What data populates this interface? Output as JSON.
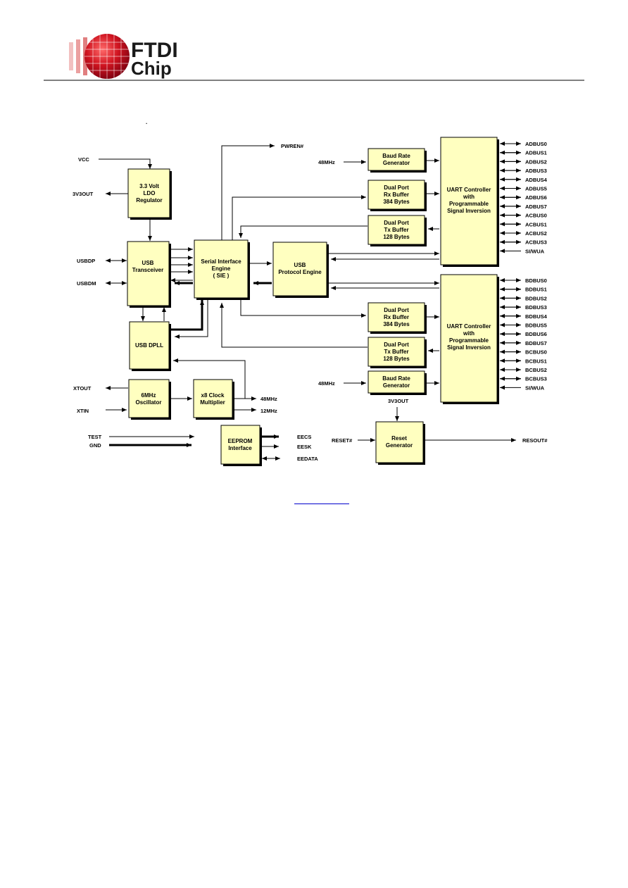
{
  "logo": {
    "line1": "FTDI",
    "line2": "Chip",
    "brand_color": "#c8102e"
  },
  "diagram": {
    "dot": ".",
    "blocks": {
      "ldo": [
        "3.3 Volt",
        "LDO",
        "Regulator"
      ],
      "usb_transceiver": [
        "USB",
        "Transceiver"
      ],
      "sie": [
        "Serial Interface",
        "Engine",
        "( SIE )"
      ],
      "usb_protocol": [
        "USB",
        "Protocol Engine"
      ],
      "usb_dpll": [
        "USB DPLL"
      ],
      "osc": [
        "6MHz",
        "Oscillator"
      ],
      "clock_mult": [
        "x8 Clock",
        "Multiplier"
      ],
      "eeprom": [
        "EEPROM",
        "Interface"
      ],
      "baud_a": [
        "Baud Rate",
        "Generator"
      ],
      "rx_a": [
        "Dual Port",
        "Rx Buffer",
        "384 Bytes"
      ],
      "tx_a": [
        "Dual Port",
        "Tx Buffer",
        "128 Bytes"
      ],
      "uart_a": [
        "UART Controller",
        "with",
        "Programmable",
        "Signal Inversion"
      ],
      "rx_b": [
        "Dual Port",
        "Rx Buffer",
        "384 Bytes"
      ],
      "tx_b": [
        "Dual Port",
        "Tx Buffer",
        "128 Bytes"
      ],
      "baud_b": [
        "Baud Rate",
        "Generator"
      ],
      "uart_b": [
        "UART Controller",
        "with",
        "Programmable",
        "Signal Inversion"
      ],
      "reset": [
        "Reset",
        "Generator"
      ]
    },
    "signals": {
      "vcc": "VCC",
      "v3out": "3V3OUT",
      "usbdp": "USBDP",
      "usbdm": "USBDM",
      "xtout": "XTOUT",
      "xtin": "XTIN",
      "test": "TEST",
      "gnd": "GND",
      "pwren": "PWREN#",
      "clk_48_a": "48MHz",
      "clk_48_b": "48MHz",
      "clk_48_out": "48MHz",
      "clk_12_out": "12MHz",
      "eecs": "EECS",
      "eesk": "EESK",
      "eedata": "EEDATA",
      "v3out_reset": "3V3OUT",
      "reset_in": "RESET#",
      "resout": "RESOUT#"
    },
    "pins_a": [
      "ADBUS0",
      "ADBUS1",
      "ADBUS2",
      "ADBUS3",
      "ADBUS4",
      "ADBUS5",
      "ADBUS6",
      "ADBUS7",
      "ACBUS0",
      "ACBUS1",
      "ACBUS2",
      "ACBUS3",
      "SI/WUA"
    ],
    "pins_b": [
      "BDBUS0",
      "BDBUS1",
      "BDBUS2",
      "BDBUS3",
      "BDBUS4",
      "BDBUS5",
      "BDBUS6",
      "BDBUS7",
      "BCBUS0",
      "BCBUS1",
      "BCBUS2",
      "BCBUS3",
      "SI/WUA"
    ]
  }
}
